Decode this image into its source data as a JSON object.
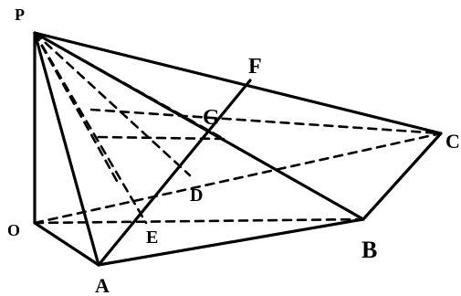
{
  "figure": {
    "labels": {
      "P": "P",
      "F": "F",
      "G": "G",
      "C": "C",
      "D": "D",
      "O": "O",
      "E": "E",
      "B": "B",
      "A": "A"
    }
  }
}
